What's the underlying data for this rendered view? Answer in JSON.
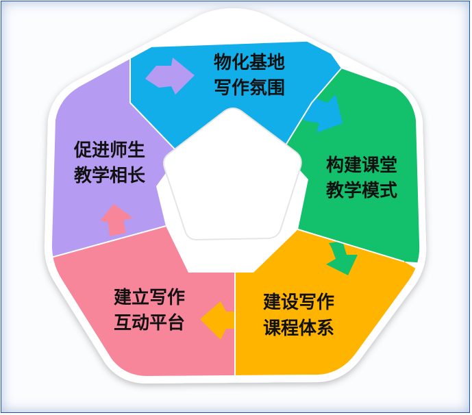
{
  "diagram": {
    "segments": [
      {
        "id": "top",
        "line1": "物化基地",
        "line2": "写作氛围",
        "color": "#12aee9"
      },
      {
        "id": "right",
        "line1": "构建课堂",
        "line2": "教学模式",
        "color": "#13c06b"
      },
      {
        "id": "bottom-right",
        "line1": "建设写作",
        "line2": "课程体系",
        "color": "#ffb400"
      },
      {
        "id": "bottom-left",
        "line1": "建立写作",
        "line2": "互动平台",
        "color": "#f7869b"
      },
      {
        "id": "left",
        "line1": "促进师生",
        "line2": "教学相长",
        "color": "#b59cf2"
      }
    ]
  }
}
